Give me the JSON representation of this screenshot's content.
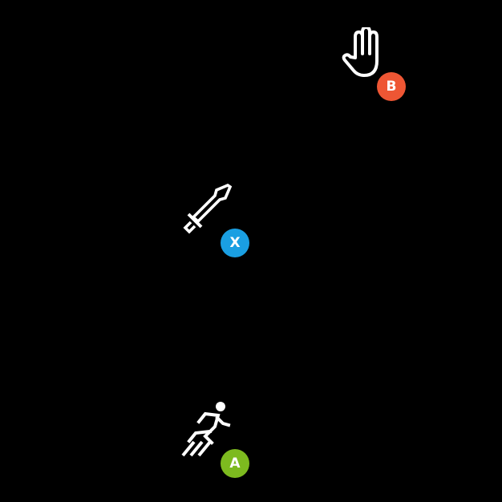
{
  "actions": [
    {
      "name": "grab",
      "icon": "hand-icon",
      "button": "B",
      "button_color": "#ee5634"
    },
    {
      "name": "attack",
      "icon": "sword-icon",
      "button": "X",
      "button_color": "#1a9fe2"
    },
    {
      "name": "sprint",
      "icon": "running-person-icon",
      "button": "A",
      "button_color": "#7dba1f"
    }
  ],
  "colors": {
    "background": "#000000",
    "icon": "#ffffff"
  }
}
